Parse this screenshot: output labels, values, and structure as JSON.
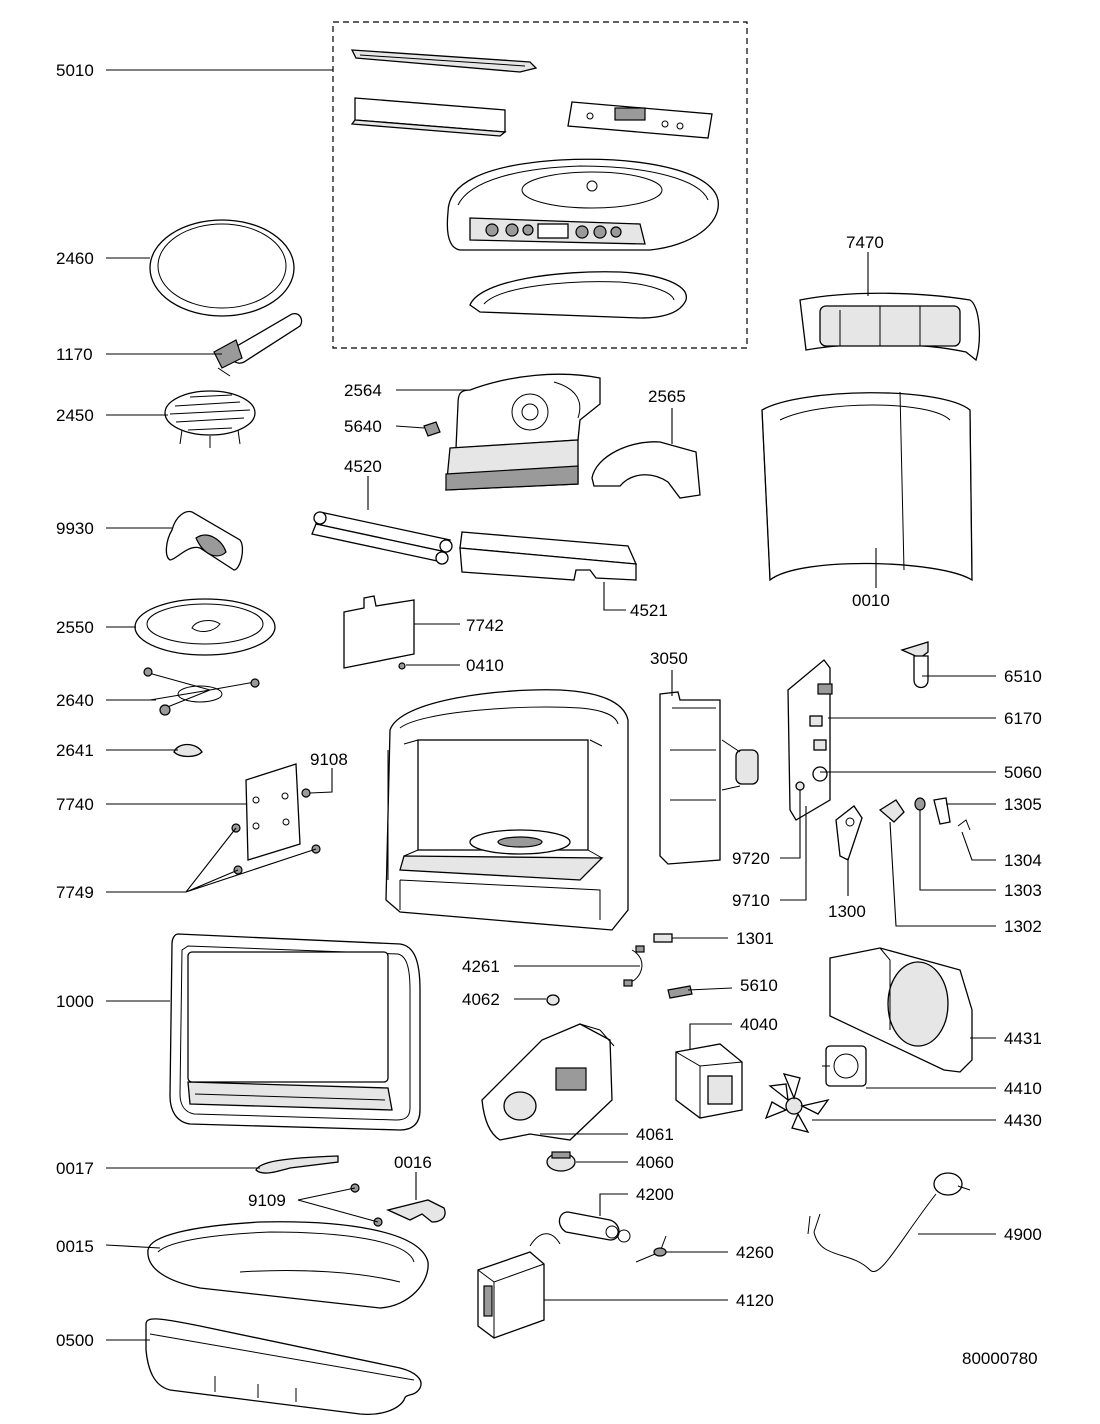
{
  "document_number": "80000780",
  "part_labels": {
    "p5010": "5010",
    "p2460": "2460",
    "p1170": "1170",
    "p2450": "2450",
    "p9930": "9930",
    "p2550": "2550",
    "p2640": "2640",
    "p2641": "2641",
    "p7740": "7740",
    "p9108": "9108",
    "p7749": "7749",
    "p1000": "1000",
    "p0017": "0017",
    "p0016": "0016",
    "p9109": "9109",
    "p0015": "0015",
    "p0500": "0500",
    "p7470": "7470",
    "p2564": "2564",
    "p2565": "2565",
    "p5640": "5640",
    "p4520": "4520",
    "p4521": "4521",
    "p0010": "0010",
    "p7742": "7742",
    "p0410": "0410",
    "p3050": "3050",
    "p6510": "6510",
    "p6170": "6170",
    "p5060": "5060",
    "p1305": "1305",
    "p1304": "1304",
    "p9720": "9720",
    "p1303": "1303",
    "p9710": "9710",
    "p1300": "1300",
    "p1302": "1302",
    "p1301": "1301",
    "p4261": "4261",
    "p5610": "5610",
    "p4062": "4062",
    "p4040": "4040",
    "p4431": "4431",
    "p4410": "4410",
    "p4430": "4430",
    "p4061": "4061",
    "p4060": "4060",
    "p4200": "4200",
    "p4900": "4900",
    "p4260": "4260",
    "p4120": "4120"
  }
}
